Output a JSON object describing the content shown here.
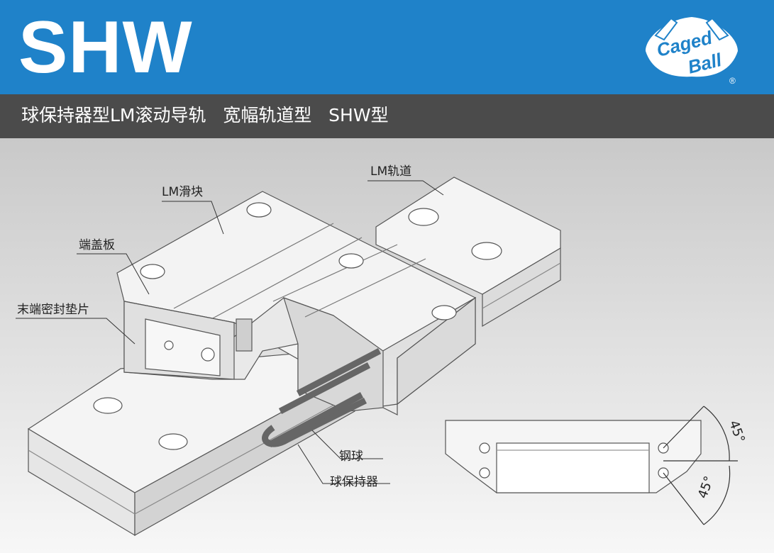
{
  "header": {
    "title": "SHW",
    "subtitle": "球保持器型LM滚动导轨   宽幅轨道型   SHW型",
    "logo": {
      "line1": "Caged",
      "line2": "Ball",
      "registered": "®",
      "icon": "caged-ball-hands-logo"
    }
  },
  "callouts": {
    "lm_rail": "LM轨道",
    "lm_block": "LM滑块",
    "end_plate": "端盖板",
    "end_seal": "末端密封垫片",
    "steel_ball": "钢球",
    "ball_cage": "球保持器"
  },
  "diagram": {
    "angle_upper": "45°",
    "angle_lower": "45°"
  },
  "colors": {
    "header_blue": "#1f82c9",
    "subbar_gray": "#4b4b4b",
    "text_white": "#ffffff"
  }
}
